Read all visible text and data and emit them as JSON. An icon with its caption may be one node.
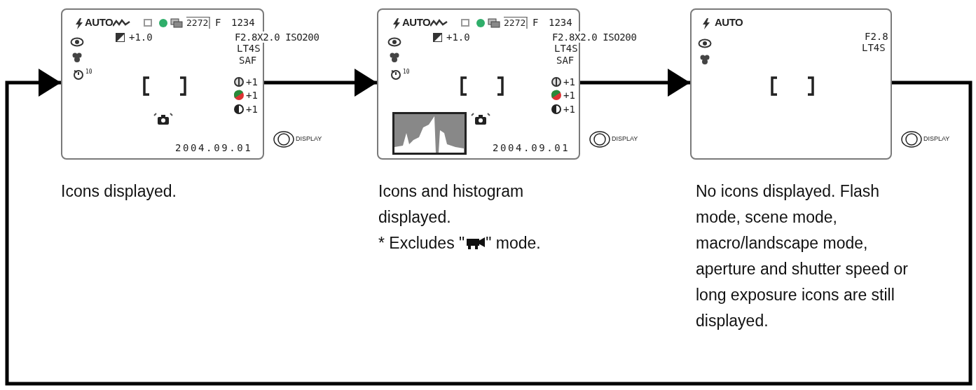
{
  "diagram": {
    "nodes": [
      {
        "text": [
          "AUTO",
          "2272",
          "F",
          "1234",
          "+1.0",
          "F2.8X2.0 ISO200",
          "LT4S",
          "SAF",
          "10",
          "+1",
          "+1",
          "+1",
          "2004.09.01"
        ],
        "beside": [
          "Icons displayed."
        ]
      },
      {
        "text": [
          "AUTO",
          "2272",
          "F",
          "1234",
          "+1.0",
          "F2.8X2.0 ISO200",
          "LT4S",
          "SAF",
          "10",
          "+1",
          "+1",
          "+1",
          "2004.09.01"
        ],
        "beside": [
          "Icons and histogram displayed.",
          "* Excludes \"",
          "\" mode."
        ]
      },
      {
        "text": [
          "AUTO",
          "F2.8",
          "LT4S"
        ],
        "beside": [
          "No icons displayed. Flash mode, scene mode, macro/landscape mode, aperture and shutter speed or long exposure icons are still displayed."
        ]
      }
    ],
    "edges": [
      {
        "from": 0,
        "to": 1,
        "arrow": "to"
      },
      {
        "from": 1,
        "to": 2,
        "arrow": "to"
      },
      {
        "from": 2,
        "to": 0,
        "arrow": "to"
      }
    ],
    "labels": [
      "DISPLAY",
      "DISPLAY",
      "DISPLAY"
    ]
  }
}
